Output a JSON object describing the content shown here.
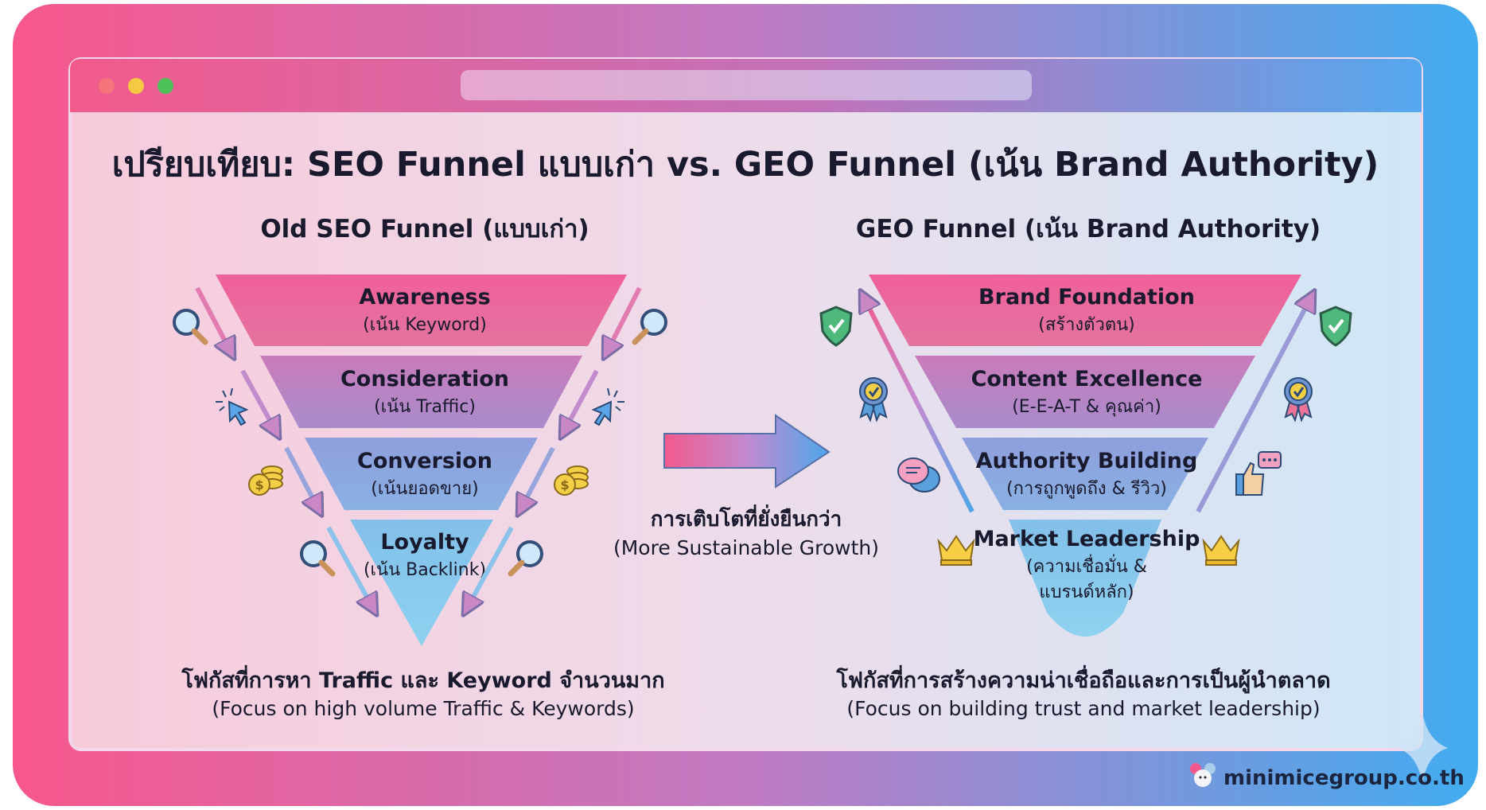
{
  "window": {
    "controls": [
      "close",
      "minimize",
      "maximize"
    ]
  },
  "title": "เปรียบเทียบ: SEO Funnel แบบเก่า vs. GEO Funnel (เน้น Brand Authority)",
  "left": {
    "heading": "Old SEO Funnel (แบบเก่า)",
    "stages": [
      {
        "label": "Awareness",
        "sub": "(เน้น Keyword)"
      },
      {
        "label": "Consideration",
        "sub": "(เน้น Traffic)"
      },
      {
        "label": "Conversion",
        "sub": "(เน้นยอดขาย)"
      },
      {
        "label": "Loyalty",
        "sub": "(เน้น Backlink)"
      }
    ],
    "footer": "โฟกัสที่การหา Traffic และ Keyword จำนวนมาก",
    "footer_en": "(Focus on high volume Traffic & Keywords)",
    "icons": [
      "magnifier-icon",
      "cursor-click-icon",
      "coins-icon",
      "magnifier-icon"
    ]
  },
  "middle": {
    "label": "การเติบโตที่ยั่งยืนกว่า",
    "label_en": "(More Sustainable Growth)",
    "icon": "arrow-right-icon"
  },
  "right": {
    "heading": "GEO Funnel (เน้น Brand Authority)",
    "stages": [
      {
        "label": "Brand Foundation",
        "sub": "(สร้างตัวตน)"
      },
      {
        "label": "Content Excellence",
        "sub": "(E-E-A-T & คุณค่า)"
      },
      {
        "label": "Authority Building",
        "sub": "(การถูกพูดถึง & รีวิว)"
      },
      {
        "label": "Market Leadership",
        "sub": "(ความเชื่อมั่น &",
        "sub2": "แบรนด์หลัก)"
      }
    ],
    "footer": "โฟกัสที่การสร้างความน่าเชื่อถือและการเป็นผู้นำตลาด",
    "footer_en": "(Focus on building trust and market leadership)",
    "icons": [
      "shield-check-icon",
      "award-badge-icon",
      "chat-bubbles-icon",
      "crown-icon",
      "thumbs-up-icon"
    ]
  },
  "brand": {
    "name": "minimicegroup.co.th"
  },
  "colors": {
    "stage1": "#ee5f92",
    "stage2": "#b47cc0",
    "stage3": "#8aa3dc",
    "stage4": "#88c6ec",
    "outer_left": "#f7578c",
    "outer_right": "#42acf0"
  }
}
